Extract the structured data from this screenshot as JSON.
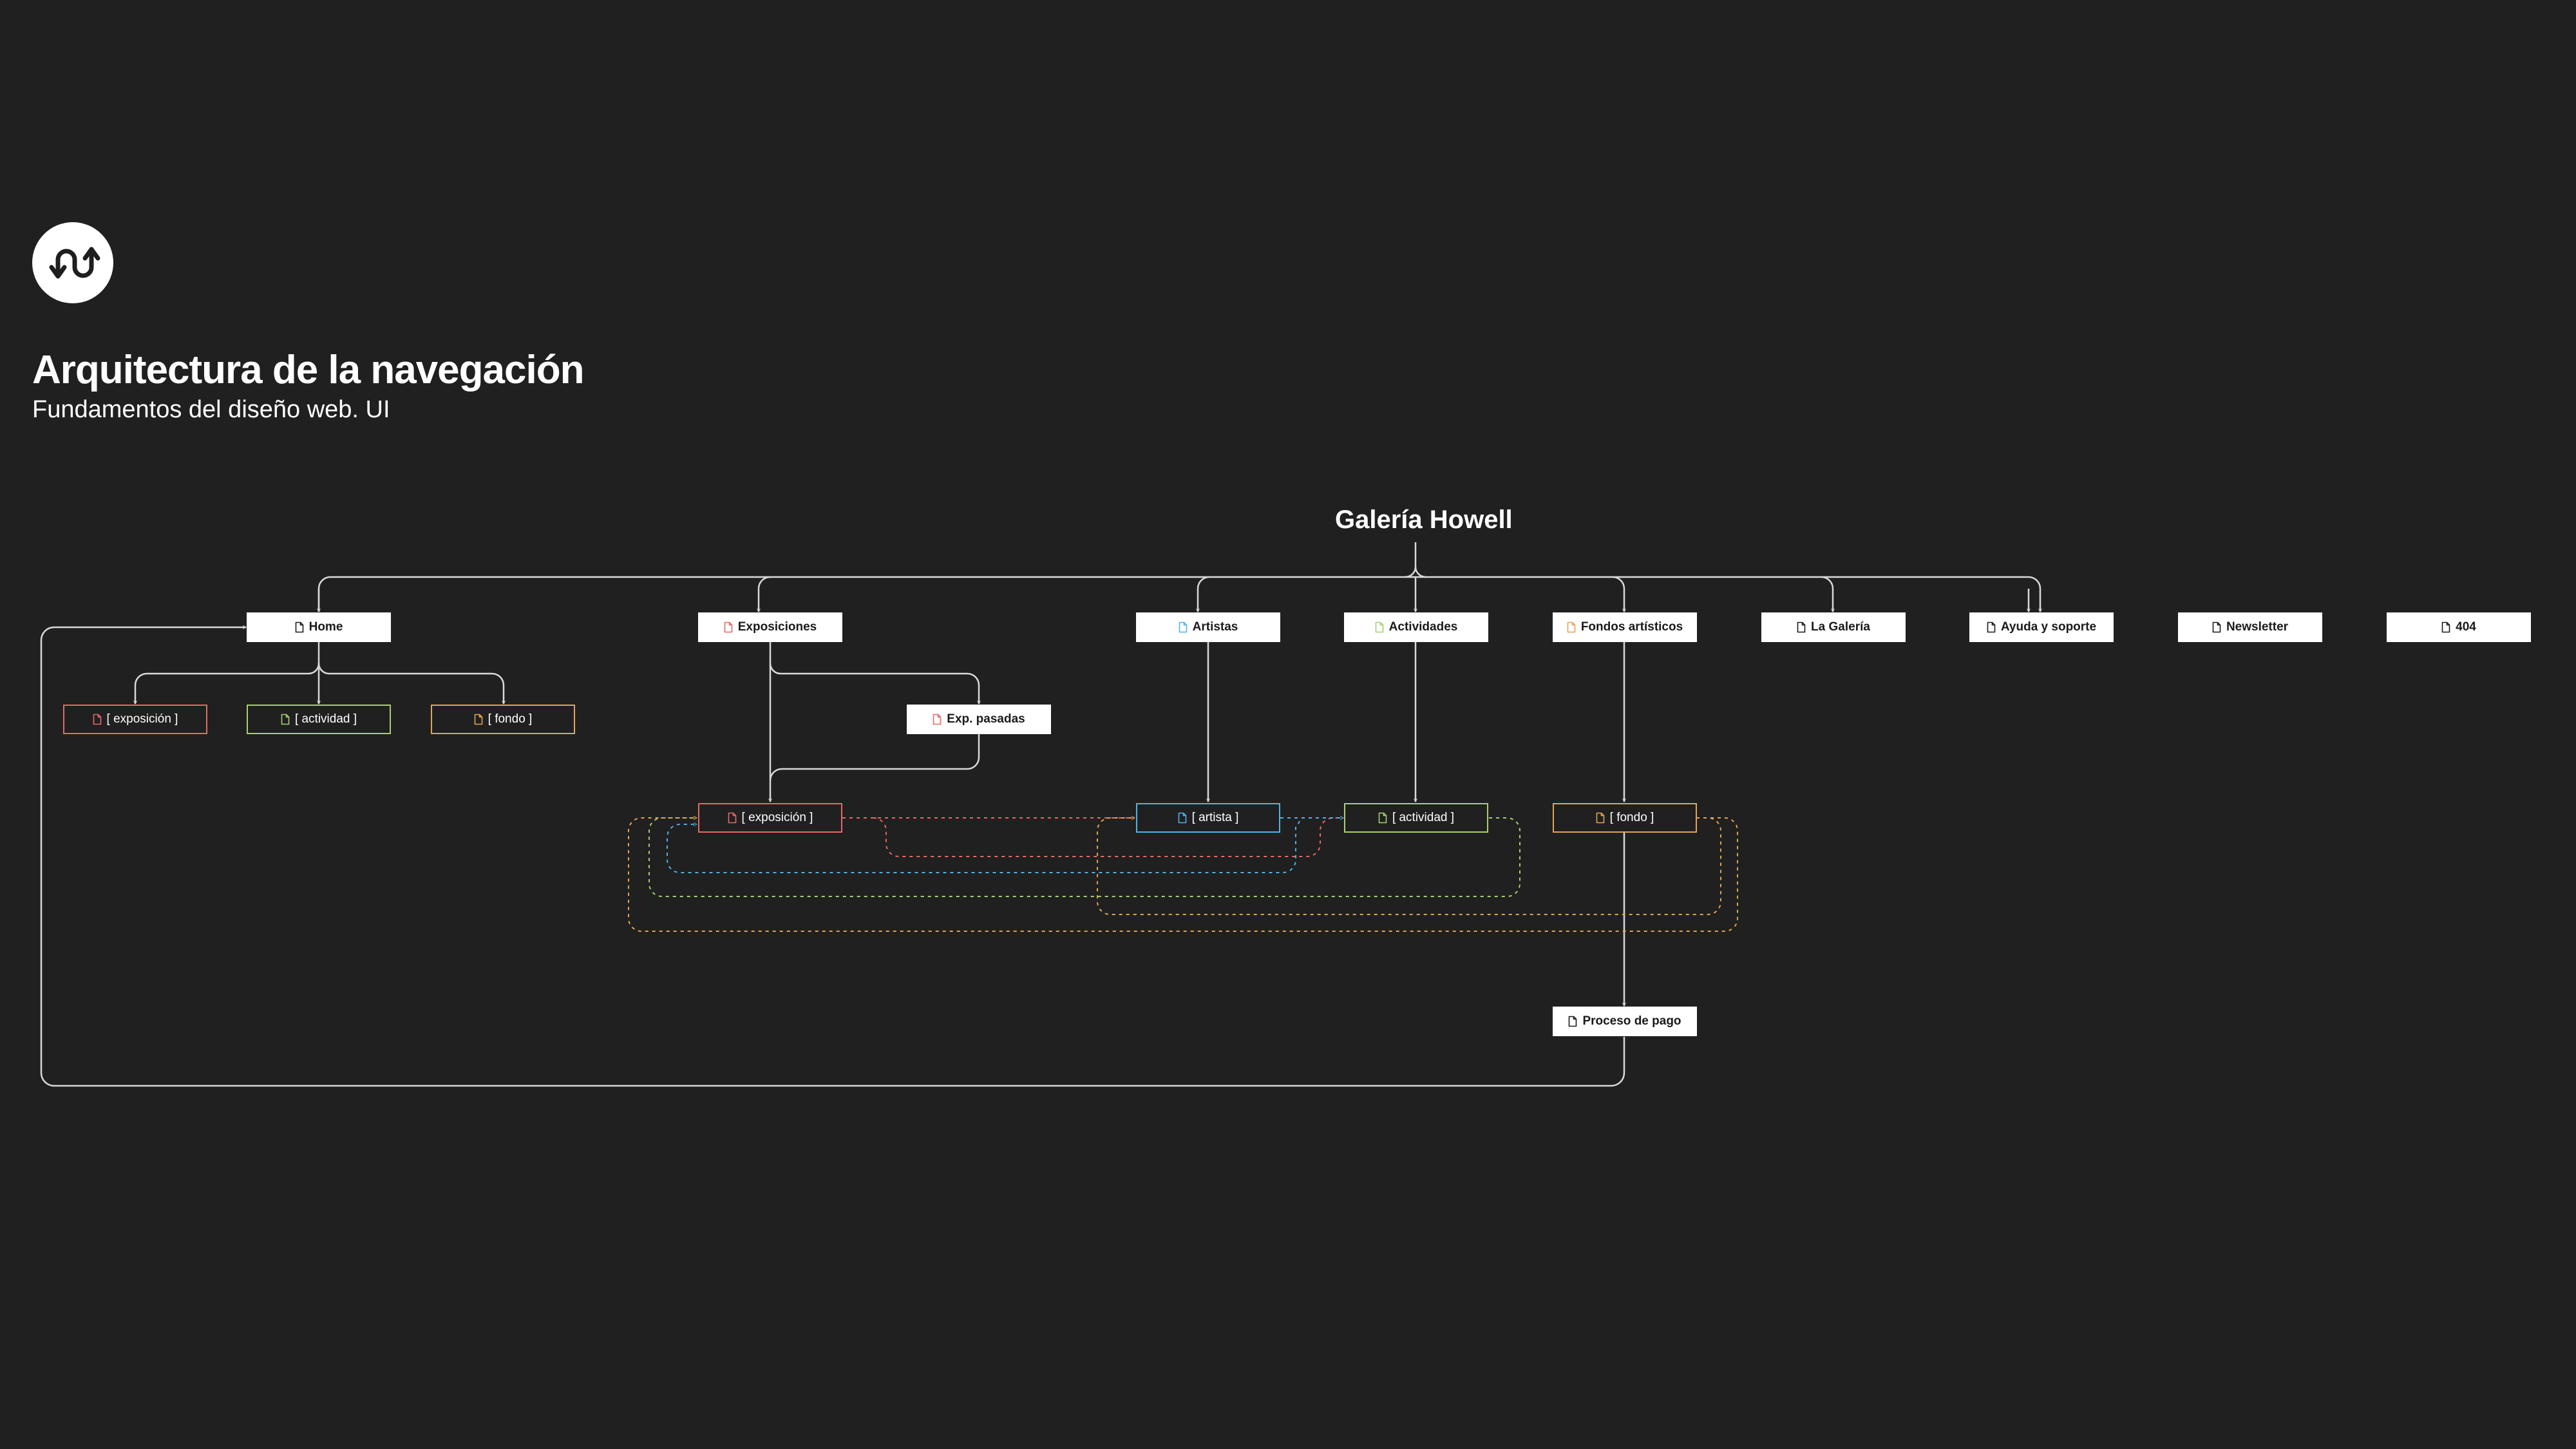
{
  "header": {
    "title": "Arquitectura de la navegación",
    "subtitle": "Fundamentos del diseño web. UI",
    "logo_icon": "route-arrows-icon"
  },
  "diagram": {
    "root": "Galería Howell",
    "colors": {
      "line": "#d9d9d9",
      "exposicion": "#e46a66",
      "actividad": "#a8d070",
      "fondo": "#e2a453",
      "artista": "#4fb3e6"
    },
    "nodes": {
      "home": "Home",
      "exposiciones": "Exposiciones",
      "artistas": "Artistas",
      "actividades": "Actividades",
      "fondos": "Fondos artísticos",
      "galeria": "La Galería",
      "ayuda": "Ayuda y soporte",
      "newsletter": "Newsletter",
      "error404": "404",
      "home_exposicion": "[ exposición ]",
      "home_actividad": "[ actividad ]",
      "home_fondo": "[ fondo ]",
      "exp_pasadas": "Exp. pasadas",
      "exposicion": "[ exposición ]",
      "artista": "[ artista ]",
      "actividad": "[ actividad ]",
      "fondo": "[ fondo ]",
      "pago": "Proceso de pago"
    }
  }
}
